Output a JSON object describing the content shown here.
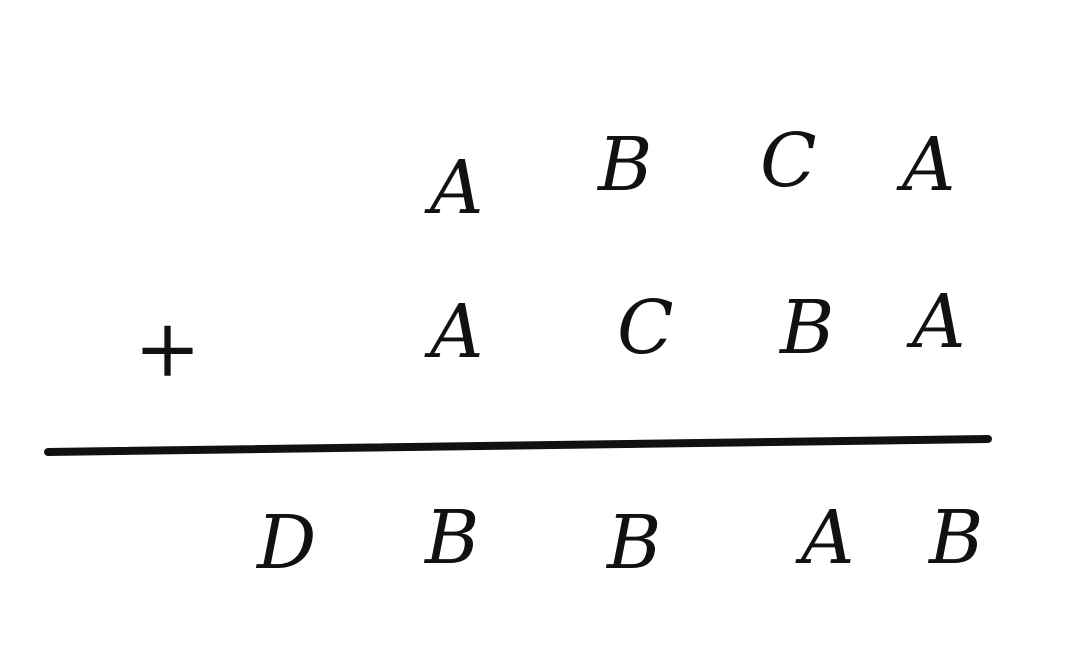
{
  "puzzle": {
    "operator": "+",
    "addend_1": [
      "A",
      "B",
      "C",
      "A"
    ],
    "addend_2": [
      "A",
      "C",
      "B",
      "A"
    ],
    "sum": [
      "D",
      "B",
      "B",
      "A",
      "B"
    ]
  }
}
